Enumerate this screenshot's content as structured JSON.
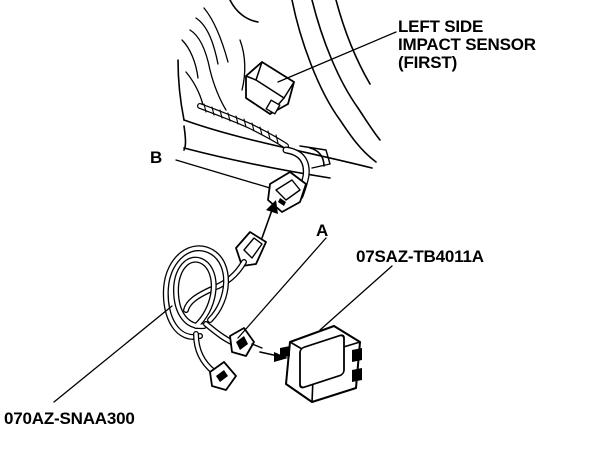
{
  "labels": {
    "sensor_line1": "LEFT SIDE",
    "sensor_line2": "IMPACT SENSOR",
    "sensor_line3": "(FIRST)",
    "connector_b": "B",
    "connector_a": "A",
    "tool_box": "07SAZ-TB4011A",
    "tool_harness": "070AZ-SNAA300"
  },
  "colors": {
    "ink": "#000000",
    "paper": "#ffffff"
  }
}
